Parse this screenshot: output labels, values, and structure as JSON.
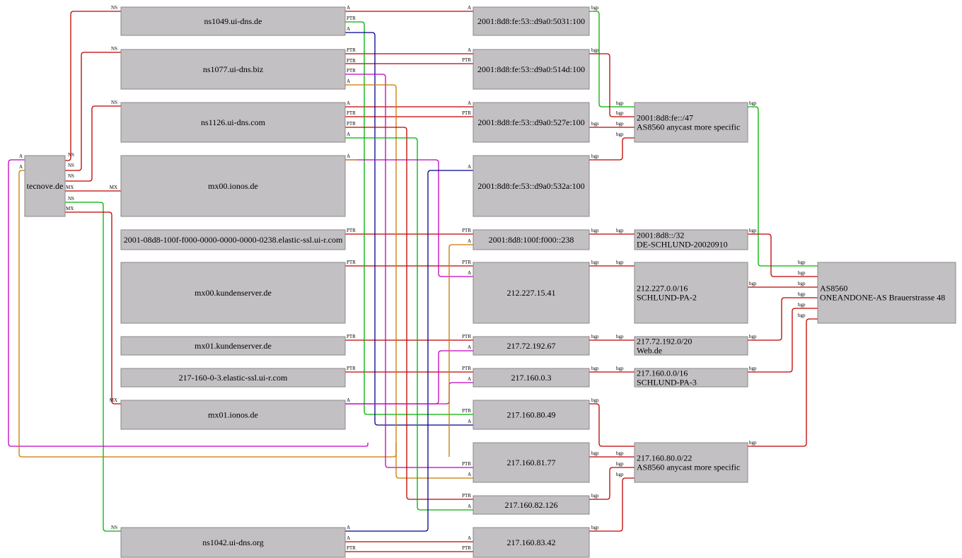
{
  "colors": {
    "red": "#c00000",
    "green": "#00b000",
    "blue": "#000090",
    "magenta": "#c000c0",
    "orange": "#c87800",
    "node_fill": "#c3c0c3"
  },
  "nodes": {
    "tecnove": [
      "tecnove.de"
    ],
    "ns1049": [
      "ns1049.ui-dns.de"
    ],
    "ns1077": [
      "ns1077.ui-dns.biz"
    ],
    "ns1126": [
      "ns1126.ui-dns.com"
    ],
    "mx00ionos": [
      "mx00.ionos.de"
    ],
    "elastic0238": [
      "2001-08d8-100f-f000-0000-0000-0000-0238.elastic-ssl.ui-r.com"
    ],
    "mx00kunden": [
      "mx00.kundenserver.de"
    ],
    "mx01kunden": [
      "mx01.kundenserver.de"
    ],
    "elastic217": [
      "217-160-0-3.elastic-ssl.ui-r.com"
    ],
    "mx01ionos": [
      "mx01.ionos.de"
    ],
    "ns1042": [
      "ns1042.ui-dns.org"
    ],
    "ip5031": [
      "2001:8d8:fe:53::d9a0:5031:100"
    ],
    "ip514d": [
      "2001:8d8:fe:53::d9a0:514d:100"
    ],
    "ip527e": [
      "2001:8d8:fe:53::d9a0:527e:100"
    ],
    "ip532a": [
      "2001:8d8:fe:53::d9a0:532a:100"
    ],
    "ip238": [
      "2001:8d8:100f:f000::238"
    ],
    "ip1541": [
      "212.227.15.41"
    ],
    "ip19267": [
      "217.72.192.67"
    ],
    "ip03": [
      "217.160.0.3"
    ],
    "ip8049": [
      "217.160.80.49"
    ],
    "ip8177": [
      "217.160.81.77"
    ],
    "ip82126": [
      "217.160.82.126"
    ],
    "ip8342": [
      "217.160.83.42"
    ],
    "pfx47": [
      "2001:8d8:fe::/47",
      "AS8560 anycast more specific"
    ],
    "pfx32": [
      "2001:8d8::/32",
      "DE-SCHLUND-20020910"
    ],
    "pfx212": [
      "212.227.0.0/16",
      "SCHLUND-PA-2"
    ],
    "pfx21772": [
      "217.72.192.0/20",
      "Web.de"
    ],
    "pfx2171600": [
      "217.160.0.0/16",
      "SCHLUND-PA-3"
    ],
    "pfx2171608": [
      "217.160.80.0/22",
      "AS8560 anycast more specific"
    ],
    "as8560": [
      "AS8560",
      "ONEANDONE-AS Brauerstrasse 48"
    ]
  },
  "edge_labels": {
    "ns": "NS",
    "mx": "MX",
    "a": "A",
    "ptr": "PTR",
    "bgp": "bgp"
  }
}
